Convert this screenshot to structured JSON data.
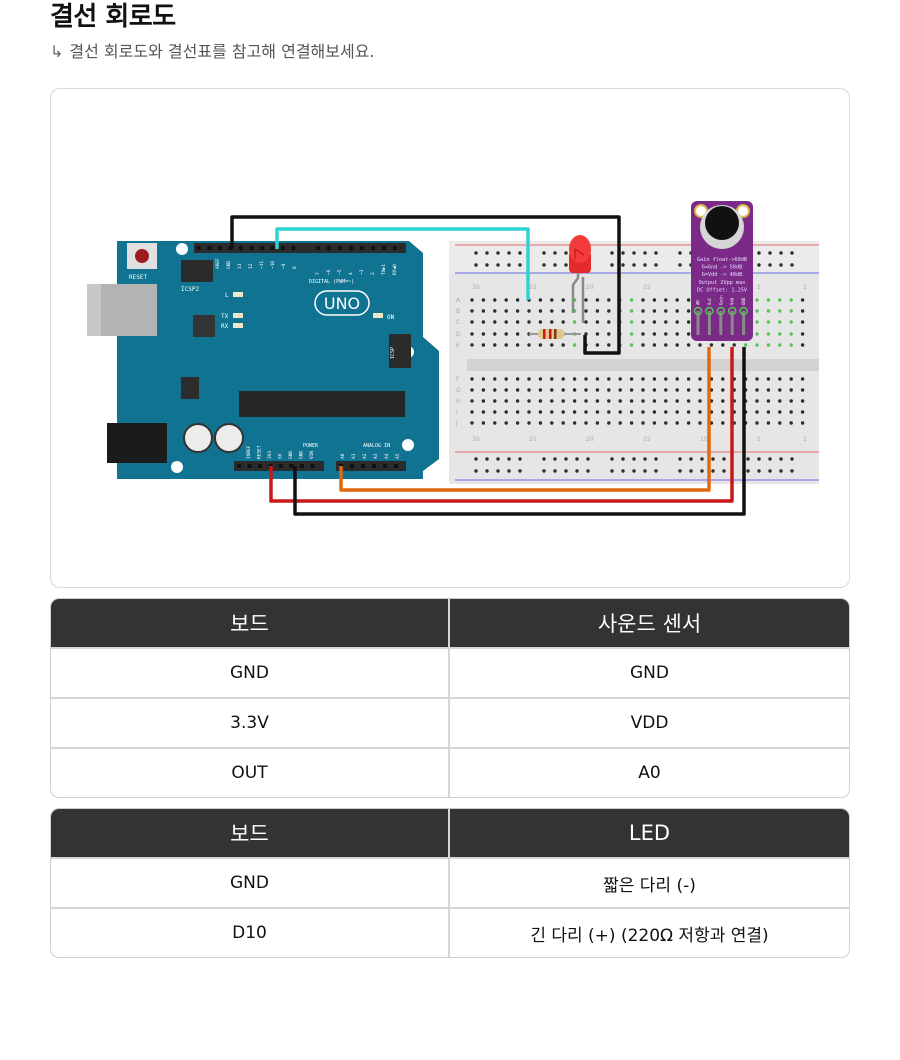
{
  "header": {
    "title": "결선 회로도",
    "subtitle_arrow": "↳",
    "subtitle": "결선 회로도와 결선표를 참고해 연결해보세요."
  },
  "diagram": {
    "board_labels": {
      "reset": "RESET",
      "icsp2": "ICSP2",
      "icsp": "ICSP",
      "aref": "AREF",
      "gnd": "GND",
      "digital_pins": [
        "13",
        "12",
        "~11",
        "~10",
        "~9",
        "8",
        "7",
        "~6",
        "~5",
        "4",
        "~3",
        "2",
        "TX▶1",
        "RX◀0"
      ],
      "digital": "DIGITAL (PWM=~)",
      "l": "L",
      "tx": "TX",
      "rx": "RX",
      "uno": "UNO",
      "on": "ON",
      "power": "POWER",
      "power_pins": [
        "IOREF",
        "RESET",
        "3V3",
        "5V",
        "GND",
        "GND",
        "VIN"
      ],
      "analog": "ANALOG IN",
      "analog_pins": [
        "A0",
        "A1",
        "A2",
        "A3",
        "A4",
        "A5"
      ]
    },
    "breadboard": {
      "column_numbers": [
        "30",
        "25",
        "20",
        "15",
        "10",
        "5",
        "1"
      ],
      "rows_top": [
        "A",
        "B",
        "C",
        "D",
        "E"
      ],
      "rows_bottom": [
        "F",
        "G",
        "H",
        "I",
        "J"
      ]
    },
    "sensor": {
      "lines": [
        "Gain float->60dB",
        "G=Gnd -> 50dB",
        "G=Vdd -> 40dB",
        "Output 2Vpp max",
        "DC Offset: 1.25V"
      ],
      "pins": [
        "AR",
        "Out",
        "Gain",
        "Vdd",
        "GND"
      ]
    },
    "wire_colors": {
      "gnd": "#111111",
      "d10": "#2ed3d3",
      "vdd": "#c8181a",
      "a0": "#e0680f"
    }
  },
  "sensor_table": {
    "headers": [
      "보드",
      "사운드 센서"
    ],
    "rows": [
      [
        "GND",
        "GND"
      ],
      [
        "3.3V",
        "VDD"
      ],
      [
        "OUT",
        "A0"
      ]
    ]
  },
  "led_table": {
    "headers": [
      "보드",
      "LED"
    ],
    "rows": [
      [
        "GND",
        "짧은 다리 (-)"
      ],
      [
        "D10",
        "긴 다리 (+) (220Ω 저항과 연결)"
      ]
    ]
  }
}
